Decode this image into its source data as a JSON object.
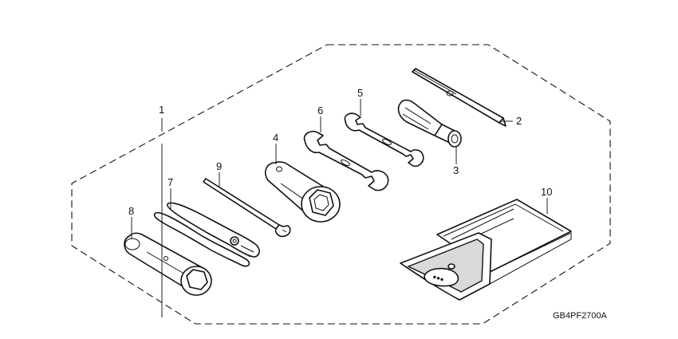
{
  "diagram": {
    "figure_code": "GB4PF2700A",
    "callouts": [
      "1",
      "2",
      "3",
      "4",
      "5",
      "6",
      "7",
      "8",
      "9",
      "10"
    ]
  }
}
